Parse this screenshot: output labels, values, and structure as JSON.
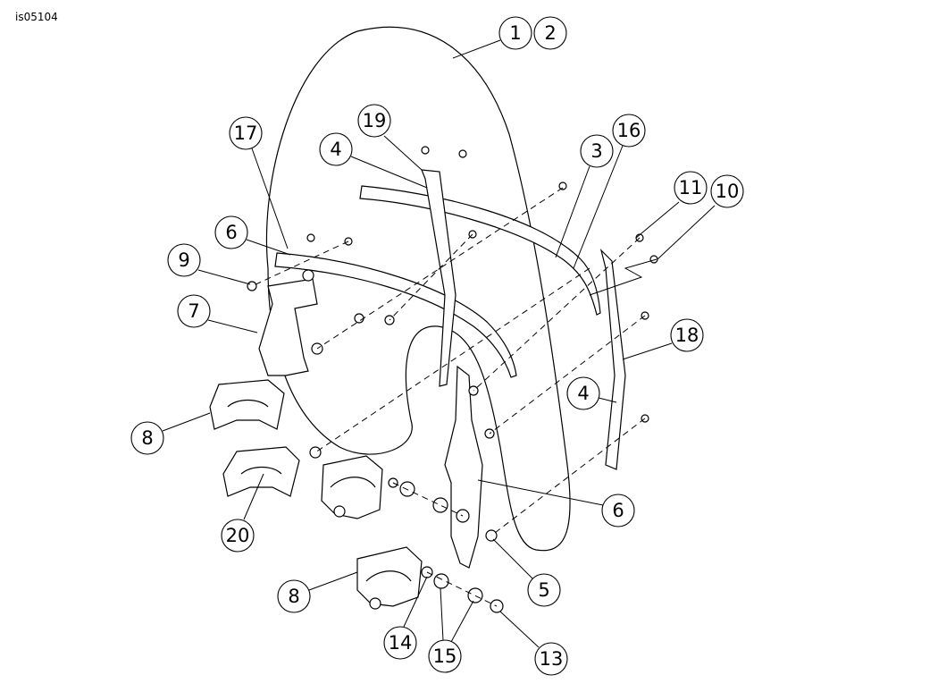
{
  "figure_id": "is05104",
  "callouts": [
    "1",
    "2",
    "19",
    "17",
    "4",
    "3",
    "16",
    "11",
    "10",
    "6",
    "9",
    "7",
    "18",
    "4",
    "8",
    "20",
    "6",
    "5",
    "8",
    "14",
    "15",
    "13"
  ]
}
